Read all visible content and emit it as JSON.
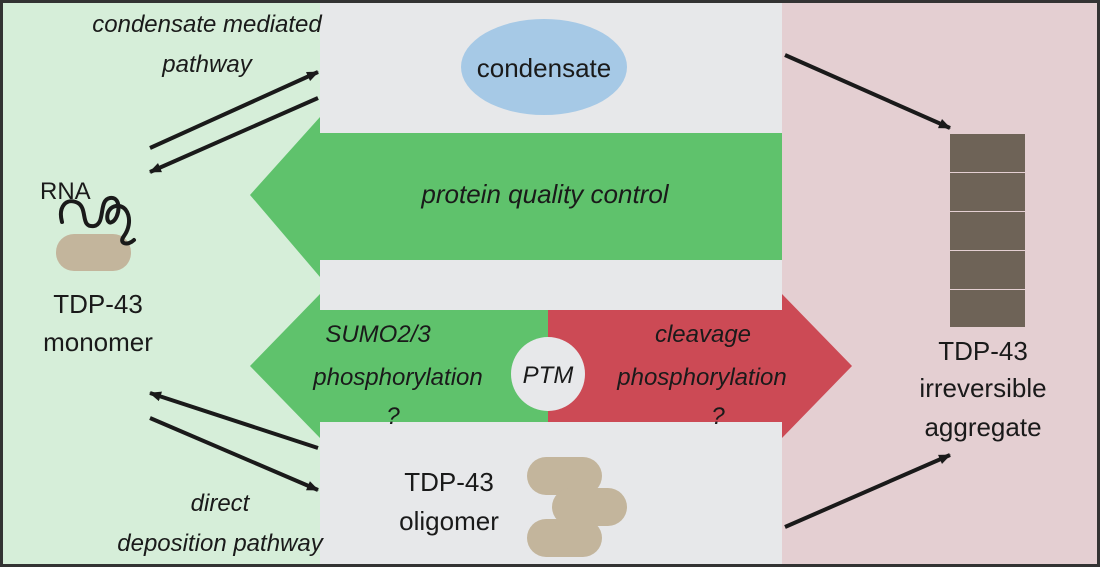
{
  "colors": {
    "monomer_zone": "#d6eed9",
    "center_zone": "#e7e8ea",
    "aggregate_zone": "#e4cfd2",
    "pqc_arrow": "#5fc26c",
    "ptm_left": "#5fc26c",
    "ptm_right": "#cc4a55",
    "condensate": "#a6c9e6",
    "protein": "#c3b59c",
    "aggregate_block": "#6e6357",
    "border": "#333333"
  },
  "labels": {
    "condensate_pathway_line1": "condensate mediated",
    "condensate_pathway_line2": "pathway",
    "condensate": "condensate",
    "protein_quality_control": "protein quality control",
    "rna": "RNA",
    "monomer_line1": "TDP-43",
    "monomer_line2": "monomer",
    "ptm_left_line1": "SUMO2/3",
    "ptm_left_line2": "phosphorylation",
    "ptm_left_line3": "?",
    "ptm": "PTM",
    "ptm_right_line1": "cleavage",
    "ptm_right_line2": "phosphorylation",
    "ptm_right_line3": "?",
    "oligomer_line1": "TDP-43",
    "oligomer_line2": "oligomer",
    "aggregate_line1": "TDP-43",
    "aggregate_line2": "irreversible",
    "aggregate_line3": "aggregate",
    "direct_pathway_line1": "direct",
    "direct_pathway_line2": "deposition pathway"
  }
}
